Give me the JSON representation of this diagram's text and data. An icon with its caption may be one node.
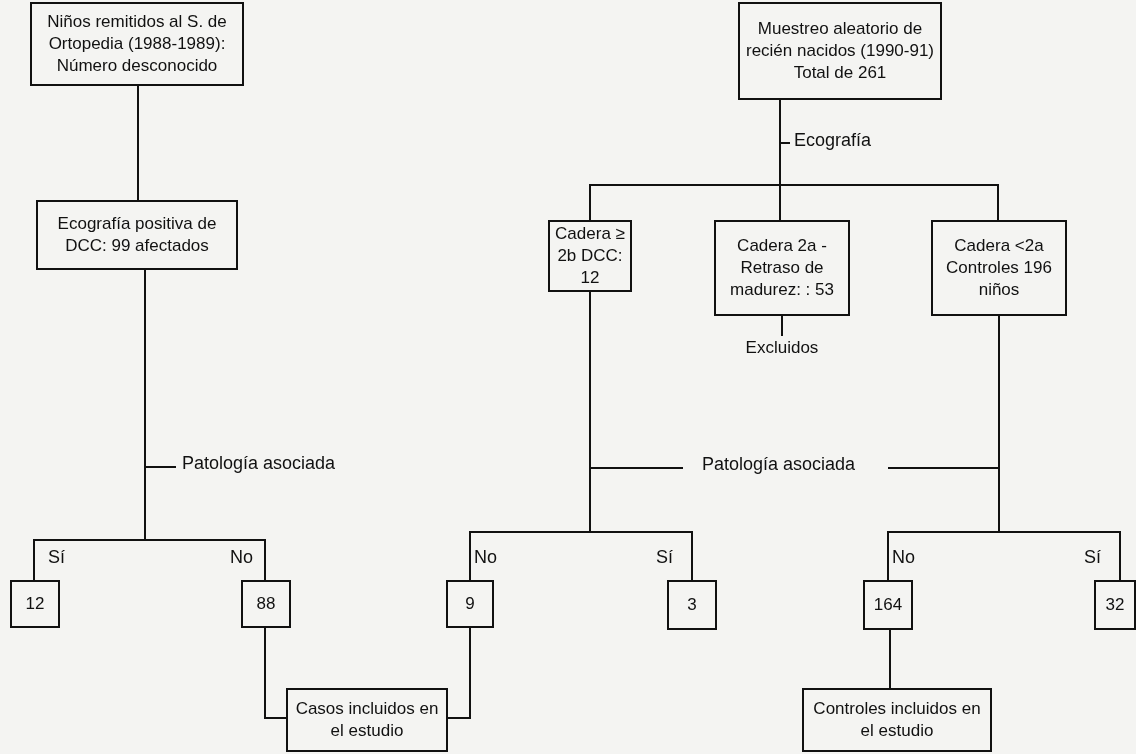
{
  "diagram": {
    "nodes": [
      {
        "text": [
          "Niños remitidos al S. de Ortopedia (1988-1989): Número desconocido"
        ]
      },
      {
        "text": [
          "Muestreo aleatorio de recién nacidos (1990-91) Total de 261"
        ]
      },
      {
        "text": [
          "Ecografía positiva de DCC: 99 afectados"
        ]
      },
      {
        "text": [
          "Cadera ≥ 2b DCC: 12"
        ]
      },
      {
        "text": [
          "Cadera 2a - Retraso de madurez: : 53"
        ]
      },
      {
        "text": [
          "Cadera <2a Controles 196 niños"
        ]
      },
      {
        "text": [
          "Excluidos"
        ]
      },
      {
        "text": [
          "12"
        ]
      },
      {
        "text": [
          "88"
        ]
      },
      {
        "text": [
          "9"
        ]
      },
      {
        "text": [
          "3"
        ]
      },
      {
        "text": [
          "164"
        ]
      },
      {
        "text": [
          "32"
        ]
      },
      {
        "text": [
          "Casos incluidos en el estudio"
        ]
      },
      {
        "text": [
          "Controles incluidos en el estudio"
        ]
      }
    ],
    "edges": [
      {
        "from": 0,
        "to": 2,
        "arrow": "none"
      },
      {
        "from": 1,
        "to": 3,
        "arrow": "none"
      },
      {
        "from": 1,
        "to": 4,
        "arrow": "none"
      },
      {
        "from": 1,
        "to": 5,
        "arrow": "none"
      },
      {
        "from": 4,
        "to": 6,
        "arrow": "none"
      },
      {
        "from": 2,
        "to": 7,
        "arrow": "none",
        "label": "Sí"
      },
      {
        "from": 2,
        "to": 8,
        "arrow": "none",
        "label": "No"
      },
      {
        "from": 3,
        "to": 9,
        "arrow": "none",
        "label": "No"
      },
      {
        "from": 3,
        "to": 10,
        "arrow": "none",
        "label": "Sí"
      },
      {
        "from": 5,
        "to": 11,
        "arrow": "none",
        "label": "No"
      },
      {
        "from": 5,
        "to": 12,
        "arrow": "none",
        "label": "Sí"
      },
      {
        "from": 8,
        "to": 13,
        "arrow": "none"
      },
      {
        "from": 9,
        "to": 13,
        "arrow": "none"
      },
      {
        "from": 11,
        "to": 14,
        "arrow": "none"
      }
    ],
    "labels": [
      "Ecografía",
      "Patología asociada",
      "Patología asociada"
    ]
  }
}
